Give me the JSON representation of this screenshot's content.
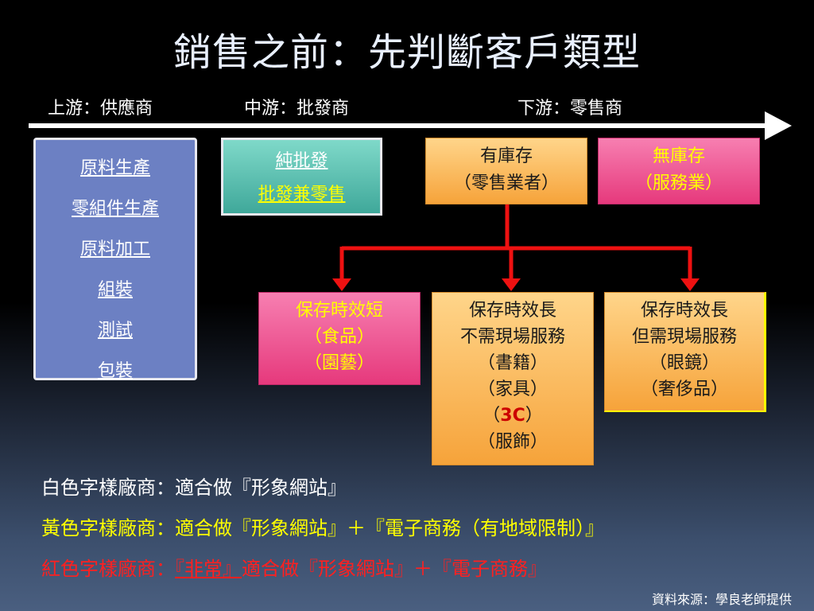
{
  "title": "銷售之前：先判斷客戶類型",
  "stages": {
    "upstream": "上游：供應商",
    "midstream": "中游：批發商",
    "downstream": "下游：零售商"
  },
  "upstream_items": [
    "原料生產",
    "零組件生產",
    "原料加工",
    "組裝",
    "測試",
    "包裝"
  ],
  "midstream_items": [
    "純批發",
    "批發兼零售"
  ],
  "retail": {
    "inventory": [
      "有庫存",
      "（零售業者）"
    ],
    "no_inventory": [
      "無庫存",
      "（服務業）"
    ]
  },
  "branches": {
    "short": [
      "保存時效短",
      "（食品）",
      "（園藝）"
    ],
    "long": [
      "保存時效長",
      "不需現場服務",
      "（書籍）",
      "（家具）",
      "（",
      "3C",
      "）",
      "（服飾）"
    ],
    "service": [
      "保存時效長",
      "但需現場服務",
      "（眼鏡）",
      "（奢侈品）"
    ]
  },
  "legend": {
    "white": "白色字樣廠商：適合做『形象網站』",
    "yellow": "黃色字樣廠商：適合做『形象網站』＋『電子商務（有地域限制）』",
    "red_prefix": "紅色字樣廠商：",
    "red_emph": "『非常』",
    "red_suffix": "適合做『形象網站』＋『電子商務』"
  },
  "source": "資料來源：學良老師提供",
  "colors": {
    "connector": "#ee1111",
    "upstream_box": "#6c80c3",
    "midstream_box": "#5fc4b3",
    "orange_box": "#f8b551",
    "pink_box": "#ee5a98"
  }
}
